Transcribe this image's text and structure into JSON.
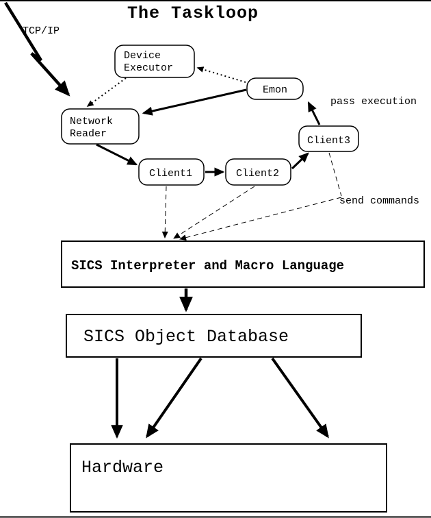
{
  "diagram": {
    "title": "The Taskloop",
    "annotations": {
      "tcp_ip": "TCP/IP",
      "pass_execution": "pass execution",
      "send_commands": "send commands"
    },
    "nodes": {
      "device_executor": {
        "lines": [
          "Device",
          "Executor"
        ]
      },
      "emon": {
        "label": "Emon"
      },
      "network_reader": {
        "lines": [
          "Network",
          "Reader"
        ]
      },
      "client1": {
        "label": "Client1"
      },
      "client2": {
        "label": "Client2"
      },
      "client3": {
        "label": "Client3"
      }
    },
    "boxes": {
      "interpreter": {
        "label": "SICS Interpreter and Macro Language"
      },
      "database": {
        "label": "SICS Object Database"
      },
      "hardware": {
        "label": "Hardware"
      }
    },
    "edges": [
      {
        "from": "tcp_ip",
        "to": "network_reader",
        "style": "solid-lightning"
      },
      {
        "from": "device_executor",
        "to": "network_reader",
        "style": "dotted"
      },
      {
        "from": "emon",
        "to": "device_executor",
        "style": "dotted"
      },
      {
        "from": "emon",
        "to": "network_reader",
        "style": "solid"
      },
      {
        "from": "network_reader",
        "to": "client1",
        "style": "solid"
      },
      {
        "from": "client1",
        "to": "client2",
        "style": "solid"
      },
      {
        "from": "client2",
        "to": "client3",
        "style": "solid"
      },
      {
        "from": "client3",
        "to": "emon",
        "style": "solid",
        "label": "pass execution"
      },
      {
        "from": "client1",
        "to": "interpreter",
        "style": "dashed",
        "label": "send commands"
      },
      {
        "from": "client2",
        "to": "interpreter",
        "style": "dashed",
        "label": "send commands"
      },
      {
        "from": "client3",
        "to": "interpreter",
        "style": "dashed",
        "label": "send commands"
      },
      {
        "from": "interpreter",
        "to": "database",
        "style": "solid"
      },
      {
        "from": "database",
        "to": "hardware",
        "style": "solid",
        "count": 3
      }
    ],
    "colors": {
      "stroke": "#000000",
      "background": "#ffffff"
    }
  }
}
